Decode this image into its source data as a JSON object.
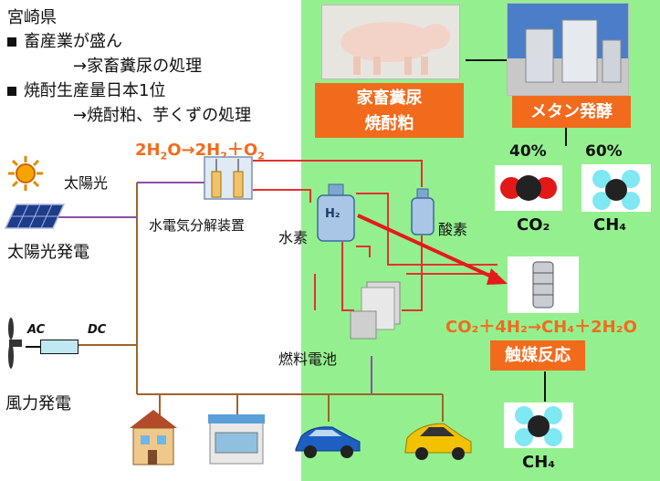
{
  "region": {
    "title": "宮崎県",
    "bullets": [
      {
        "line1": "畜産業が盛ん",
        "line2": "→家畜糞尿の処理"
      },
      {
        "line1": "焼酎生産量日本1位",
        "line2": "→焼酎粕、芋くずの処理"
      }
    ]
  },
  "inputs": {
    "solar_light": "太陽光",
    "solar_power": "太陽光発電",
    "wind_power": "風力発電",
    "ac": "AC",
    "dc": "DC"
  },
  "electrolysis": {
    "equation_left": "2H",
    "sub2a": "2",
    "equation_mid": "O→2H",
    "sub2b": "2",
    "equation_right": "＋O",
    "sub2c": "2",
    "label": "水電気分解装置"
  },
  "gases": {
    "hydrogen": "水素",
    "hydrogen_tank": "H₂",
    "oxygen": "酸素"
  },
  "fuel_cell": "燃料電池",
  "biomass": {
    "box_line1": "家畜糞尿",
    "box_line2": "焼酎粕",
    "methane_box": "メタン発酵",
    "co2_pct": "40%",
    "ch4_pct": "60%",
    "co2_label": "CO₂",
    "ch4_label": "CH₄"
  },
  "methanation": {
    "equation": "CO₂＋4H₂→CH₄＋2H₂O",
    "box": "触媒反応",
    "product": "CH₄"
  },
  "colors": {
    "orange": "#f26b1d",
    "green": "#94f08f",
    "red_line": "#e53030",
    "purple_line": "#8b4fa8",
    "brown_line": "#a0622a"
  }
}
